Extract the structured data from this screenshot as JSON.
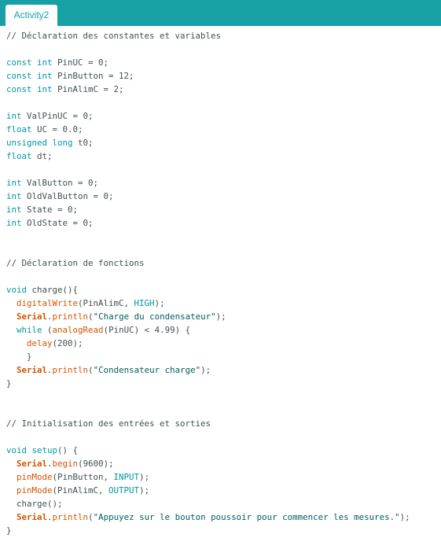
{
  "tabs": [
    {
      "label": "Activity2",
      "active": true
    }
  ],
  "colors": {
    "tab_bar": "#17a1a5",
    "comment": "#434f54",
    "keyword": "#00979c",
    "function": "#d35400",
    "class": "#d35400",
    "constant": "#00979c",
    "string": "#005c5f",
    "plain": "#434f54"
  },
  "code_lines": [
    [
      {
        "t": "// Déclaration des constantes et variables",
        "c": "comment"
      }
    ],
    [],
    [
      {
        "t": "const",
        "c": "keyword"
      },
      {
        "t": " "
      },
      {
        "t": "int",
        "c": "keyword"
      },
      {
        "t": " PinUC = 0;"
      }
    ],
    [
      {
        "t": "const",
        "c": "keyword"
      },
      {
        "t": " "
      },
      {
        "t": "int",
        "c": "keyword"
      },
      {
        "t": " PinButton = 12;"
      }
    ],
    [
      {
        "t": "const",
        "c": "keyword"
      },
      {
        "t": " "
      },
      {
        "t": "int",
        "c": "keyword"
      },
      {
        "t": " PinAlimC = 2;"
      }
    ],
    [],
    [
      {
        "t": "int",
        "c": "keyword"
      },
      {
        "t": " ValPinUC = 0;"
      }
    ],
    [
      {
        "t": "float",
        "c": "keyword"
      },
      {
        "t": " UC = 0.0;"
      }
    ],
    [
      {
        "t": "unsigned",
        "c": "keyword"
      },
      {
        "t": " "
      },
      {
        "t": "long",
        "c": "keyword"
      },
      {
        "t": " t0;"
      }
    ],
    [
      {
        "t": "float",
        "c": "keyword"
      },
      {
        "t": " dt;"
      }
    ],
    [],
    [
      {
        "t": "int",
        "c": "keyword"
      },
      {
        "t": " ValButton = 0;"
      }
    ],
    [
      {
        "t": "int",
        "c": "keyword"
      },
      {
        "t": " OldValButton = 0;"
      }
    ],
    [
      {
        "t": "int",
        "c": "keyword"
      },
      {
        "t": " State = 0;"
      }
    ],
    [
      {
        "t": "int",
        "c": "keyword"
      },
      {
        "t": " OldState = 0;"
      }
    ],
    [],
    [],
    [
      {
        "t": "// Déclaration de fonctions",
        "c": "comment"
      }
    ],
    [],
    [
      {
        "t": "void",
        "c": "keyword"
      },
      {
        "t": " charge(){"
      }
    ],
    [
      {
        "t": "  "
      },
      {
        "t": "digitalWrite",
        "c": "function"
      },
      {
        "t": "(PinAlimC, "
      },
      {
        "t": "HIGH",
        "c": "constant"
      },
      {
        "t": ");"
      }
    ],
    [
      {
        "t": "  "
      },
      {
        "t": "Serial",
        "c": "class"
      },
      {
        "t": "."
      },
      {
        "t": "println",
        "c": "function"
      },
      {
        "t": "("
      },
      {
        "t": "\"Charge du condensateur\"",
        "c": "string"
      },
      {
        "t": ");"
      }
    ],
    [
      {
        "t": "  "
      },
      {
        "t": "while",
        "c": "keyword"
      },
      {
        "t": " ("
      },
      {
        "t": "analogRead",
        "c": "function"
      },
      {
        "t": "(PinUC) < 4.99) {"
      }
    ],
    [
      {
        "t": "    "
      },
      {
        "t": "delay",
        "c": "function"
      },
      {
        "t": "(200);"
      }
    ],
    [
      {
        "t": "    }"
      }
    ],
    [
      {
        "t": "  "
      },
      {
        "t": "Serial",
        "c": "class"
      },
      {
        "t": "."
      },
      {
        "t": "println",
        "c": "function"
      },
      {
        "t": "("
      },
      {
        "t": "\"Condensateur charge\"",
        "c": "string"
      },
      {
        "t": ");"
      }
    ],
    [
      {
        "t": "}"
      }
    ],
    [],
    [],
    [
      {
        "t": "// Initialisation des entrées et sorties",
        "c": "comment"
      }
    ],
    [],
    [
      {
        "t": "void",
        "c": "keyword"
      },
      {
        "t": " "
      },
      {
        "t": "setup",
        "c": "keyword"
      },
      {
        "t": "() {"
      }
    ],
    [
      {
        "t": "  "
      },
      {
        "t": "Serial",
        "c": "class"
      },
      {
        "t": "."
      },
      {
        "t": "begin",
        "c": "function"
      },
      {
        "t": "(9600);"
      }
    ],
    [
      {
        "t": "  "
      },
      {
        "t": "pinMode",
        "c": "function"
      },
      {
        "t": "(PinButton, "
      },
      {
        "t": "INPUT",
        "c": "constant"
      },
      {
        "t": ");"
      }
    ],
    [
      {
        "t": "  "
      },
      {
        "t": "pinMode",
        "c": "function"
      },
      {
        "t": "(PinAlimC, "
      },
      {
        "t": "OUTPUT",
        "c": "constant"
      },
      {
        "t": ");"
      }
    ],
    [
      {
        "t": "  charge();"
      }
    ],
    [
      {
        "t": "  "
      },
      {
        "t": "Serial",
        "c": "class"
      },
      {
        "t": "."
      },
      {
        "t": "println",
        "c": "function"
      },
      {
        "t": "("
      },
      {
        "t": "\"Appuyez sur le bouton poussoir pour commencer les mesures.\"",
        "c": "string"
      },
      {
        "t": ");"
      }
    ],
    [
      {
        "t": "}"
      }
    ]
  ]
}
